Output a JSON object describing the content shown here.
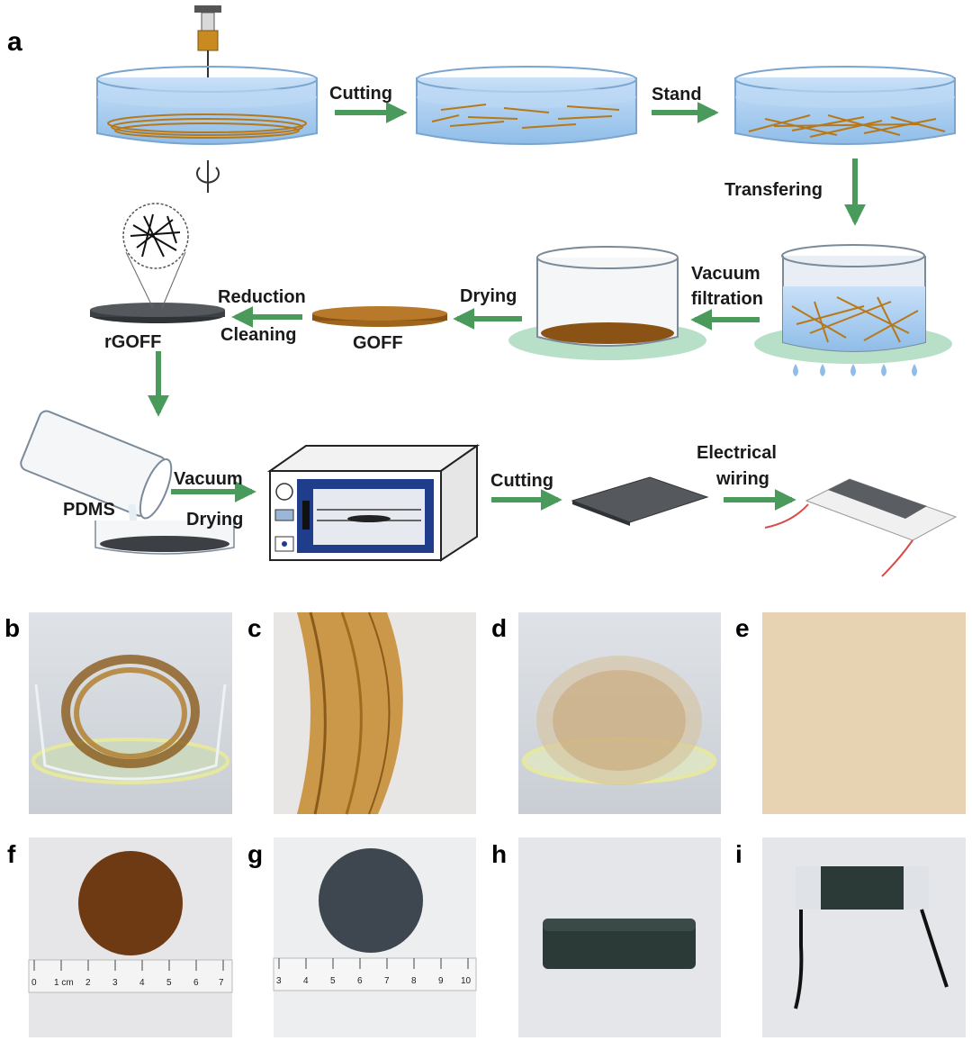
{
  "panel_labels": {
    "a": "a",
    "b": "b",
    "c": "c",
    "d": "d",
    "e": "e",
    "f": "f",
    "g": "g",
    "h": "h",
    "i": "i"
  },
  "steps": {
    "cutting1": "Cutting",
    "stand": "Stand",
    "transfering": "Transfering",
    "vacuum_filtration_1": "Vacuum",
    "vacuum_filtration_2": "filtration",
    "drying1": "Drying",
    "goff": "GOFF",
    "reduction": "Reduction",
    "cleaning": "Cleaning",
    "rgoff": "rGOFF",
    "pdms": "PDMS",
    "vacuum2": "Vacuum",
    "drying2": "Drying",
    "cutting2": "Cutting",
    "electrical1": "Electrical",
    "electrical2": "wiring"
  },
  "ruler_f": [
    "0",
    "1 cm",
    "2",
    "3",
    "4",
    "5",
    "6",
    "7"
  ],
  "ruler_g": [
    "3",
    "4",
    "5",
    "6",
    "7",
    "8",
    "9",
    "10"
  ],
  "colors": {
    "arrow": "#4a9a5c",
    "water": "#a9cdf0",
    "fiber": "#c8891e",
    "dark": "#3c3f43",
    "mat": "#b8e0c8"
  }
}
